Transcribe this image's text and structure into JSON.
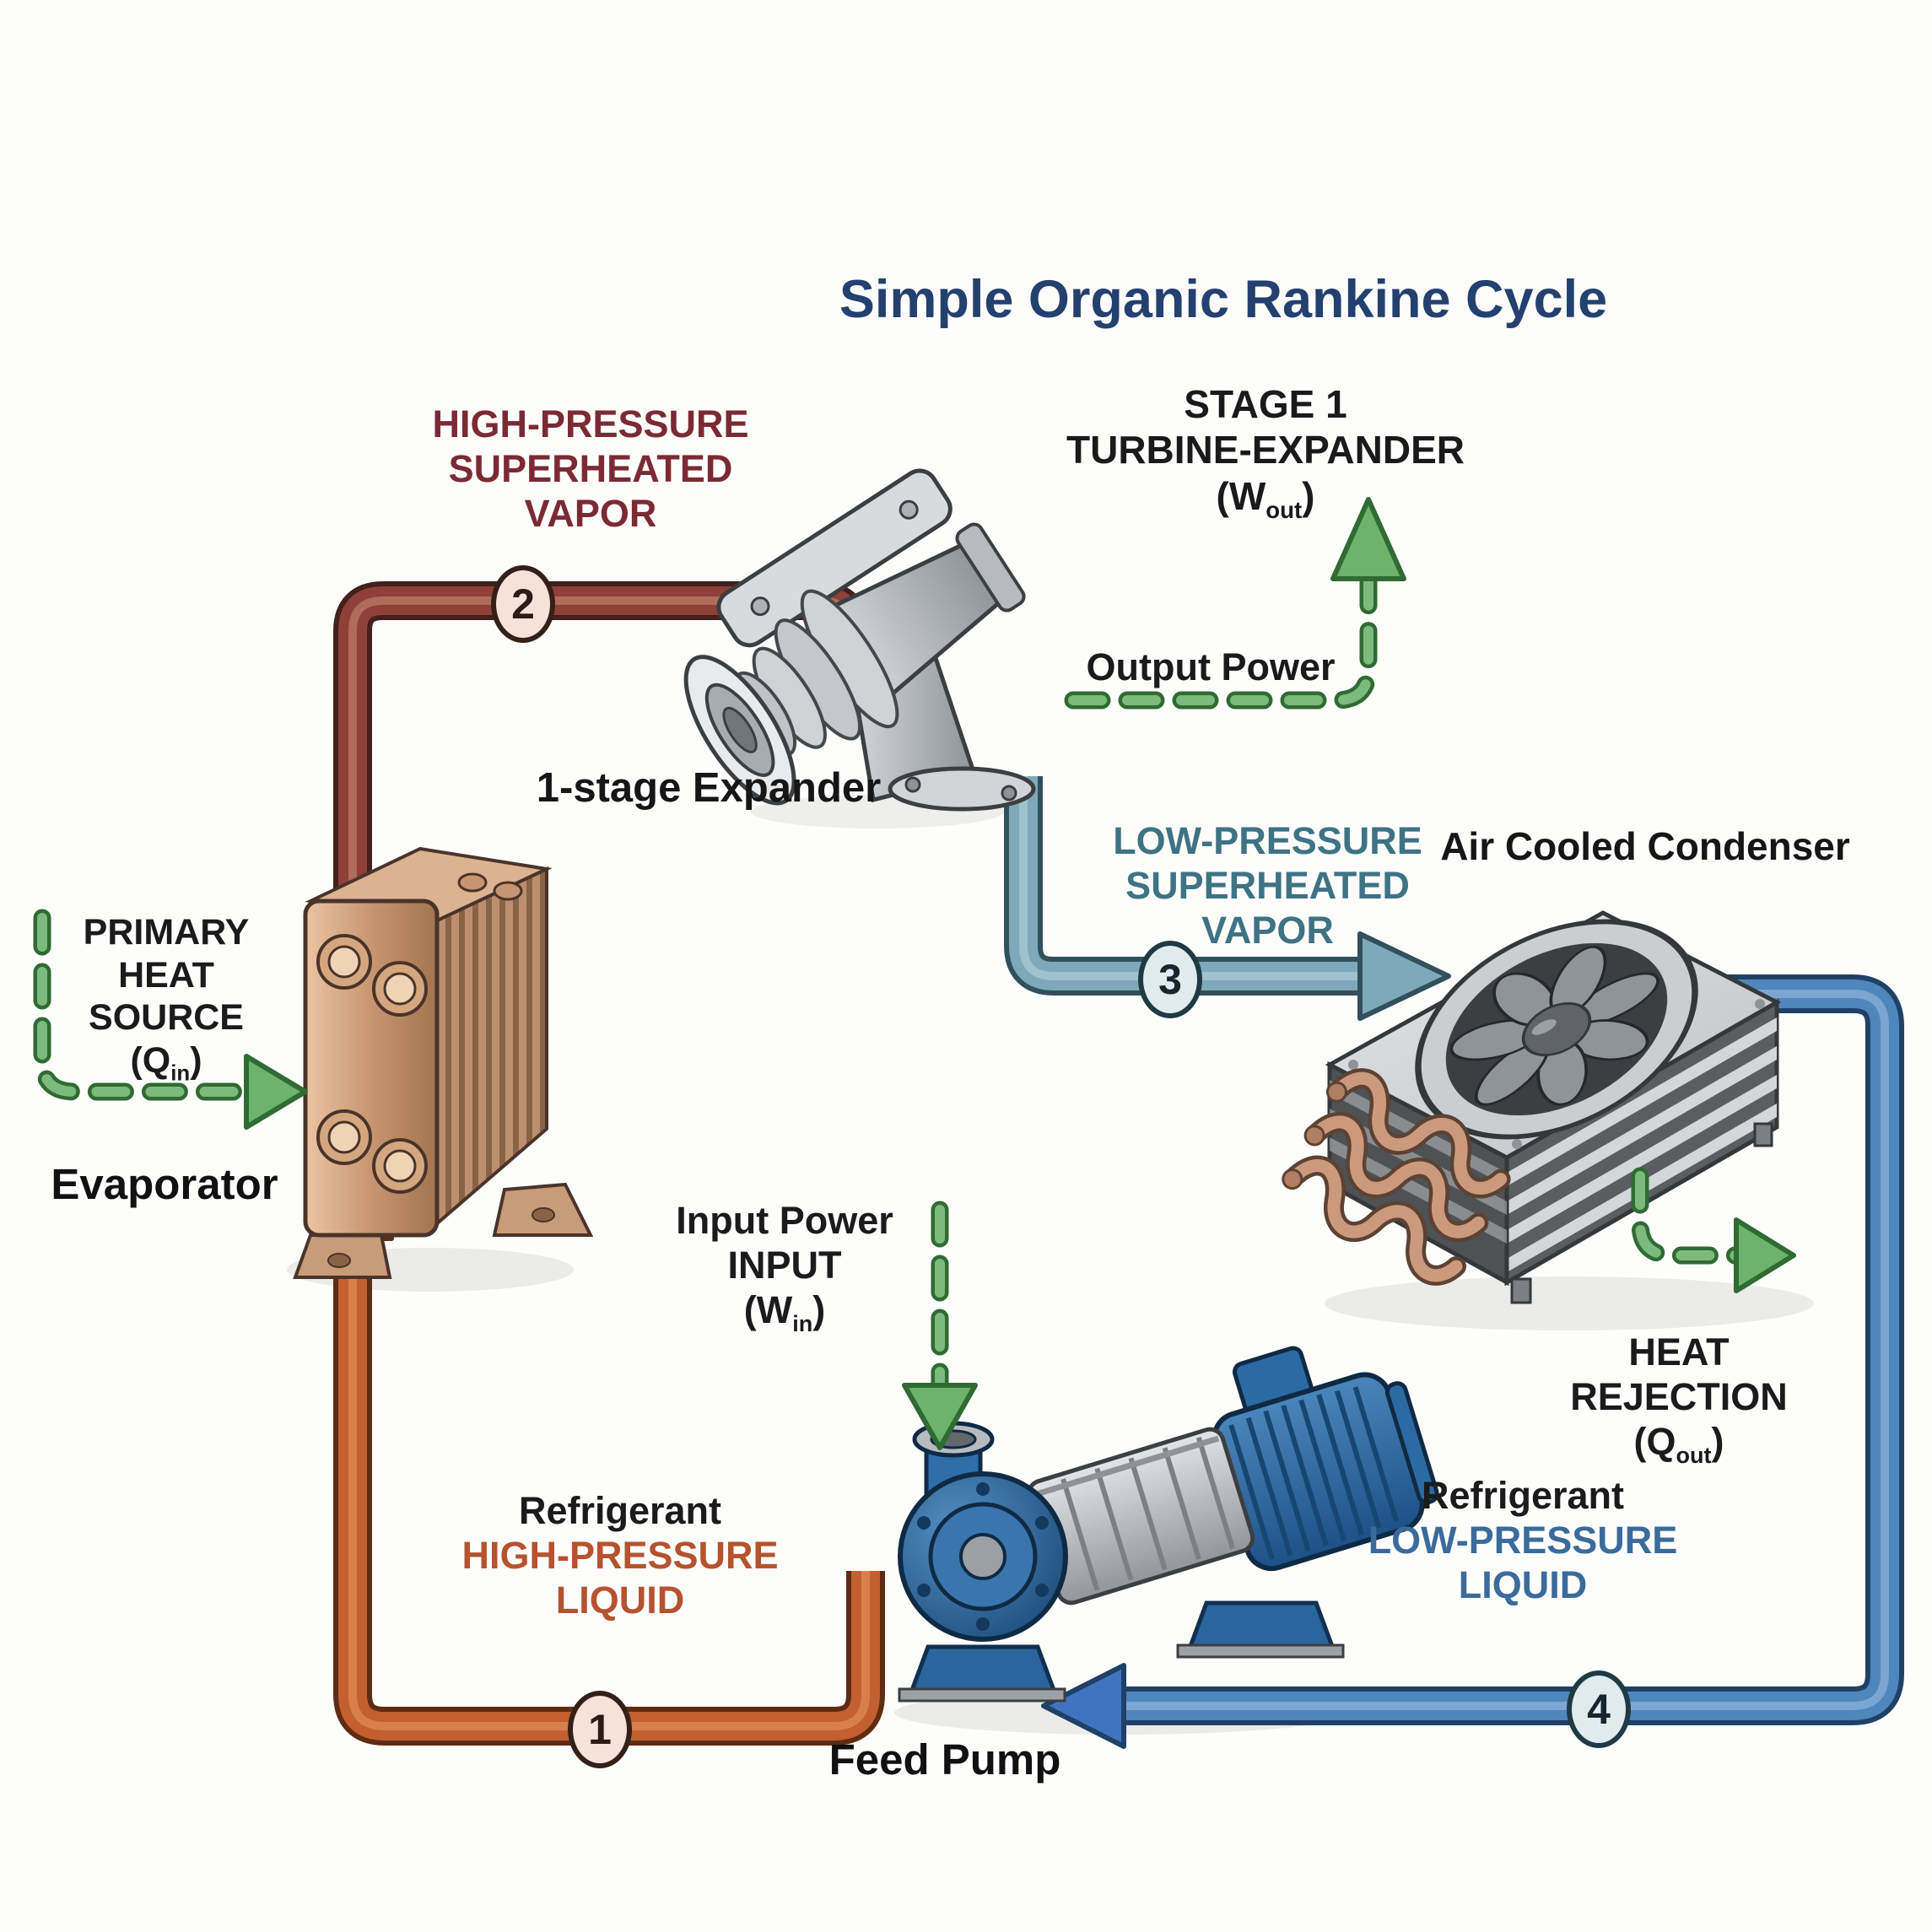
{
  "title": "Simple Organic Rankine Cycle",
  "labels": {
    "stage1": {
      "lines": [
        "STAGE 1",
        "TURBINE-EXPANDER"
      ],
      "w": {
        "pre": "(W",
        "sub": "out",
        "post": ")"
      }
    },
    "output_power": "Output Power",
    "hp_vapor": {
      "lines": [
        "HIGH-PRESSURE",
        "SUPERHEATED",
        "VAPOR"
      ]
    },
    "expander": "1-stage Expander",
    "lp_vapor": {
      "lines": [
        "LOW-PRESSURE",
        "SUPERHEATED",
        "VAPOR"
      ]
    },
    "condenser": "Air Cooled Condenser",
    "primary_heat": {
      "lines": [
        "PRIMARY",
        "HEAT",
        "SOURCE"
      ],
      "q": {
        "pre": "(Q",
        "sub": "in",
        "post": ")"
      }
    },
    "evaporator": "Evaporator",
    "input_power": {
      "lines": [
        "Input Power",
        "INPUT"
      ],
      "w": {
        "pre": "(W",
        "sub": "in",
        "post": ")"
      }
    },
    "feed_pump": "Feed Pump",
    "heat_rejection": {
      "lines": [
        "HEAT",
        "REJECTION"
      ],
      "q": {
        "pre": "(Q",
        "sub": "out",
        "post": ")"
      }
    },
    "refrigerant_hp": {
      "refrigerant": "Refrigerant",
      "lines": [
        "HIGH-PRESSURE",
        "LIQUID"
      ]
    },
    "refrigerant_lp": {
      "refrigerant": "Refrigerant",
      "lines": [
        "LOW-PRESSURE",
        "LIQUID"
      ]
    }
  },
  "state_points": [
    {
      "n": "1"
    },
    {
      "n": "2"
    },
    {
      "n": "3"
    },
    {
      "n": "4"
    }
  ],
  "colors": {
    "title": "#24406e",
    "hot_vapor_text": "#7b2a33",
    "hot_liquid_text": "#b5532e",
    "cool_vapor_text": "#3e7383",
    "cool_liquid_text": "#3a6b9b",
    "energy_green": "#6db26d",
    "pipe_hot_vapor": "#8f4038",
    "pipe_hot_liquid": "#c35f31",
    "pipe_cool_vapor": "#7fa9ba",
    "pipe_cool_liquid": "#4f86bc"
  }
}
